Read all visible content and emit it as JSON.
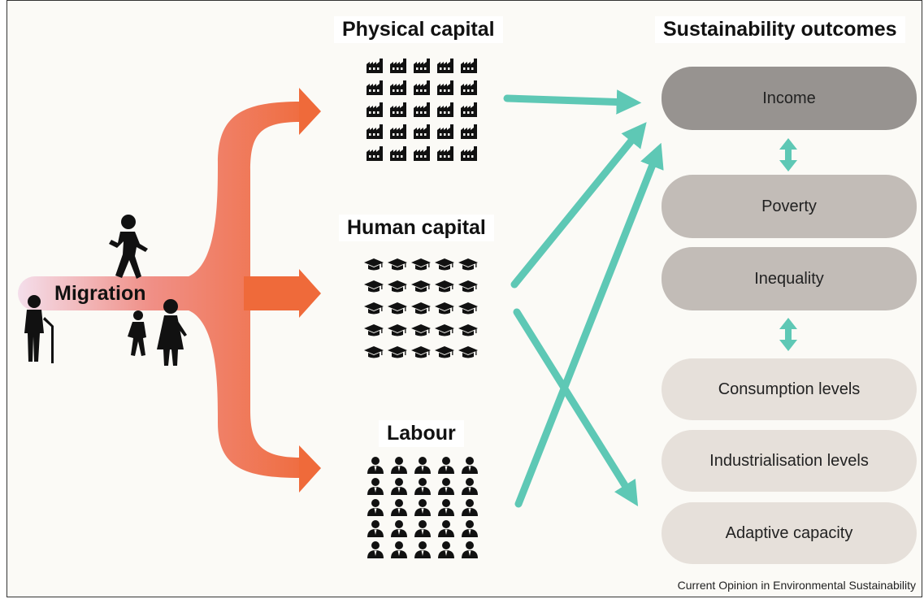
{
  "headings": {
    "physical": "Physical capital",
    "human": "Human capital",
    "labour": "Labour",
    "outcomes": "Sustainability outcomes"
  },
  "migration_label": "Migration",
  "outcomes": [
    {
      "label": "Income",
      "color": "#979390"
    },
    {
      "label": "Poverty",
      "color": "#c2bcb7"
    },
    {
      "label": "Inequality",
      "color": "#c2bcb7"
    },
    {
      "label": "Consumption levels",
      "color": "#e6e0da"
    },
    {
      "label": "Industrialisation levels",
      "color": "#e6e0da"
    },
    {
      "label": "Adaptive capacity",
      "color": "#e6e0da"
    }
  ],
  "icons": {
    "physical": "factory-icon",
    "human": "graduation-cap-icon",
    "labour": "worker-icon",
    "migrants": [
      "elderly-person-icon",
      "walking-person-icon",
      "child-icon",
      "woman-icon"
    ]
  },
  "colors": {
    "migration_arrow": "#ef6a3a",
    "connector": "#5ec8b5"
  },
  "credit": "Current Opinion in Environmental Sustainability"
}
